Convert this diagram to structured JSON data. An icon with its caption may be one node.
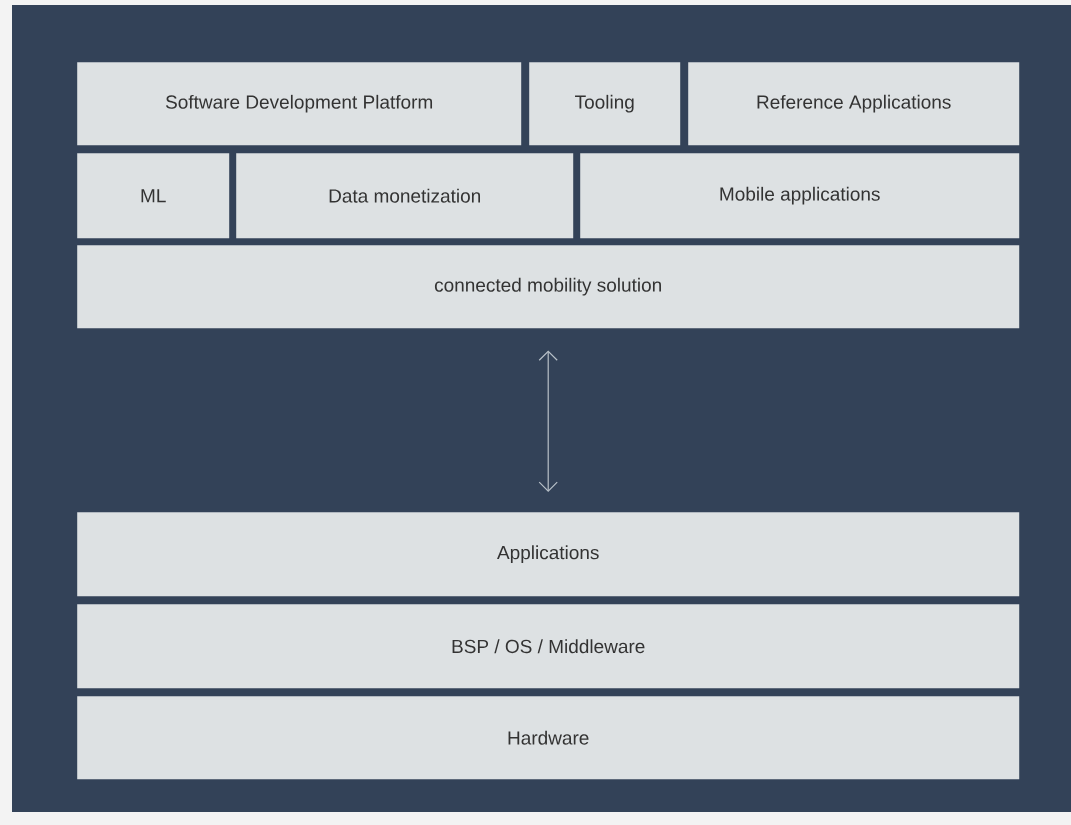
{
  "diagram": {
    "nodes": [
      {
        "text": [
          "Software Development Platform"
        ]
      },
      {
        "text": [
          "Tooling"
        ]
      },
      {
        "text": [
          "Reference Applications"
        ]
      },
      {
        "text": [
          "ML"
        ]
      },
      {
        "text": [
          "Data monetization"
        ]
      },
      {
        "text": [
          "Mobile applications"
        ]
      },
      {
        "text": [
          "connected mobility solution"
        ]
      },
      {
        "text": [
          "Applications"
        ]
      },
      {
        "text": [
          "BSP / OS / Middleware"
        ]
      },
      {
        "text": [
          "Hardware"
        ]
      }
    ],
    "edges": [
      {
        "from": 6,
        "to": 7,
        "arrow": "both"
      }
    ]
  }
}
